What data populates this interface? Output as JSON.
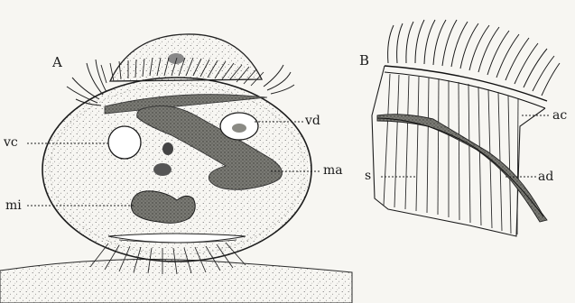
{
  "figure": {
    "panels": [
      {
        "letter": "A",
        "labels": {
          "vc": "vc",
          "mi": "mi",
          "vd": "vd",
          "ma": "ma"
        }
      },
      {
        "letter": "B",
        "labels": {
          "ac": "ac",
          "s": "s",
          "ad": "ad"
        }
      }
    ]
  },
  "colors": {
    "paper": "#f7f6f2",
    "ink": "#1b1b1b",
    "stipple_fill": "#cfcfc8",
    "macronucleus": "#6d6d68",
    "micronucleus": "#4a4a46"
  }
}
